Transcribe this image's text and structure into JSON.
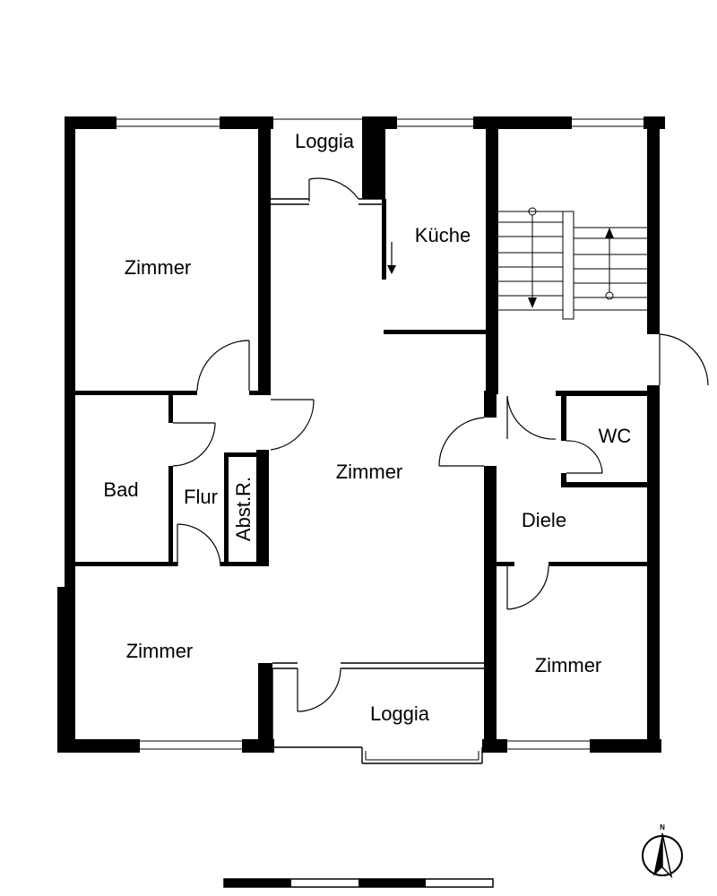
{
  "rooms": {
    "zimmer_top_left": "Zimmer",
    "loggia_top": "Loggia",
    "kueche": "Küche",
    "zimmer_center": "Zimmer",
    "bad": "Bad",
    "flur": "Flur",
    "abstellraum": "Abst.R.",
    "wc": "WC",
    "diele": "Diele",
    "zimmer_bottom_left": "Zimmer",
    "zimmer_bottom_right": "Zimmer",
    "loggia_bottom": "Loggia"
  },
  "compass": {
    "north_label": "N"
  },
  "colors": {
    "wall": "#000000",
    "background": "#ffffff"
  }
}
